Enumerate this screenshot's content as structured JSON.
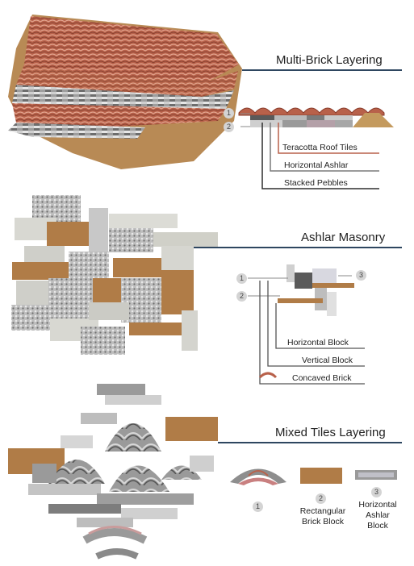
{
  "sections": [
    {
      "title": "Multi-Brick Layering",
      "callout_numbers": [
        "1",
        "2"
      ],
      "labels": [
        "Teracotta Roof Tiles",
        "Horizontal Ashlar",
        "Stacked Pebbles"
      ]
    },
    {
      "title": "Ashlar Masonry",
      "callout_numbers": [
        "1",
        "2",
        "3"
      ],
      "labels": [
        "Horizontal Block",
        "Vertical Block",
        "Concaved Brick"
      ]
    },
    {
      "title": "Mixed Tiles Layering",
      "items": [
        {
          "number": "1",
          "label": ""
        },
        {
          "number": "2",
          "label": "Rectangular\nBrick Block"
        },
        {
          "number": "3",
          "label": "Horizontal\nAshlar\nBlock"
        }
      ]
    }
  ],
  "colors": {
    "title_line": "#2e4660",
    "terracotta": "#b8614a",
    "soil": "#b88a55",
    "stone_light": "#d6d6d6",
    "stone_mid": "#9a9a9a",
    "stone_dark": "#5a5a5a",
    "brick_block": "#b07c47",
    "callout_line": "#8a8a8a",
    "number_bg": "#d4d4d4"
  }
}
